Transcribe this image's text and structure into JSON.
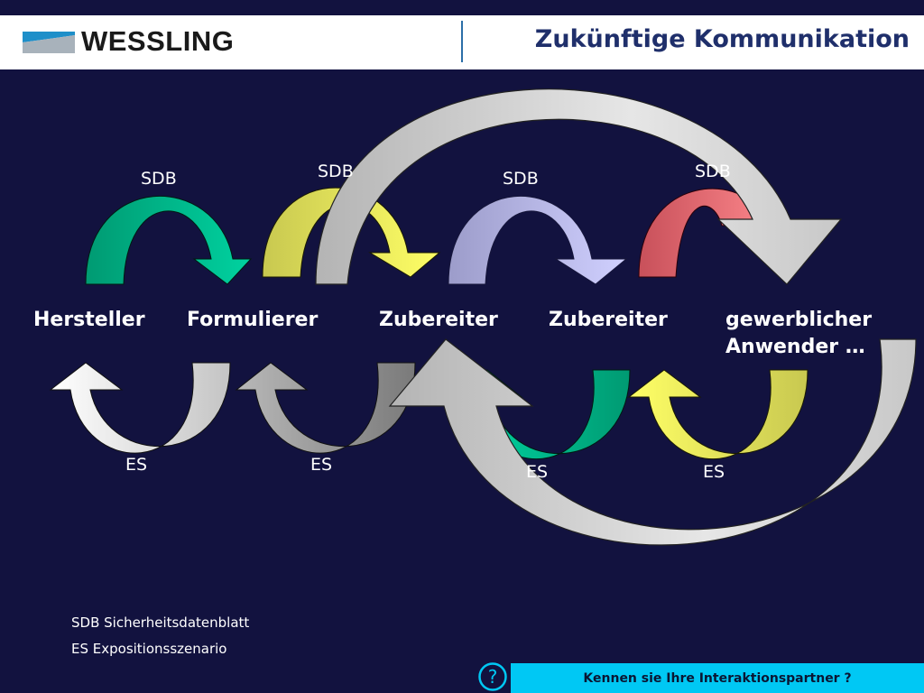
{
  "header": {
    "logo_text": "WESSLING",
    "title": "Zukünftige Kommunikation"
  },
  "actors": [
    "Hersteller",
    "Formulierer",
    "Zubereiter",
    "Zubereiter",
    "gewerblicher Anwender …"
  ],
  "sdb_labels": [
    "SDB",
    "SDB",
    "SDB",
    "SDB"
  ],
  "es_labels": [
    "ES",
    "ES",
    "ES",
    "ES"
  ],
  "legend": [
    "SDB Sicherheitsdatenblatt",
    "ES Expositionsszenario"
  ],
  "footer": {
    "question": "Kennen sie Ihre Interaktionspartner ?"
  },
  "colors": {
    "background": "#12123f",
    "title": "#1f2f6b",
    "footer_bar": "#00c8f4",
    "sdb_arrow_1": "#00c896",
    "sdb_arrow_2": "#ffff66",
    "sdb_arrow_3": "#ccccff",
    "sdb_arrow_4": "#ff7a7e",
    "big_arrows": "#dcdcdc"
  }
}
